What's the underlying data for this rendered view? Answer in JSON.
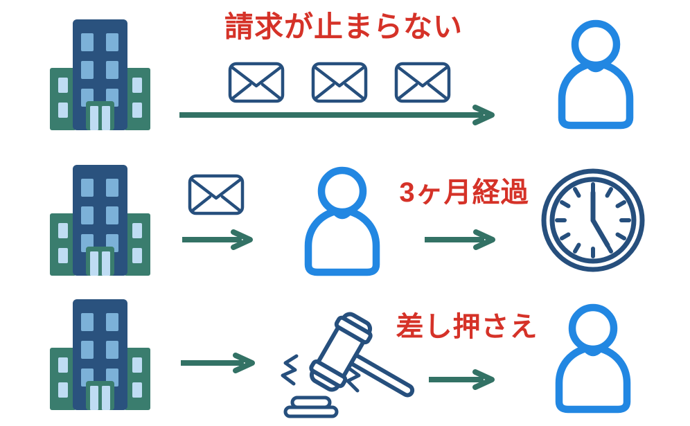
{
  "colors": {
    "background": "#ffffff",
    "navy": "#264f7d",
    "teal": "#337265",
    "wing_teal": "#3a7d6e",
    "blue": "#2287e2",
    "red": "#d53228",
    "tower": "#2a527e",
    "window_medium": "#7cb1d8",
    "window_light": "#bfdcf3"
  },
  "rows": [
    {
      "caption": "請求が止まらない",
      "sequence": [
        "building-icon",
        "envelope-icon x3",
        "arrow-right-icon",
        "person-icon"
      ],
      "envelope_count": 3
    },
    {
      "caption": "3ヶ月経過",
      "sequence": [
        "building-icon",
        "envelope-icon",
        "arrow-right-icon",
        "person-icon",
        "arrow-right-icon",
        "clock-icon"
      ],
      "clock_time_shown": "5:00"
    },
    {
      "caption": "差し押さえ",
      "sequence": [
        "building-icon",
        "arrow-right-icon",
        "gavel-icon",
        "arrow-right-icon",
        "person-icon"
      ]
    }
  ],
  "icons": {
    "building": "building-icon",
    "envelope": "envelope-icon",
    "arrow": "arrow-right-icon",
    "person": "person-icon",
    "clock": "clock-icon",
    "gavel": "gavel-icon"
  }
}
